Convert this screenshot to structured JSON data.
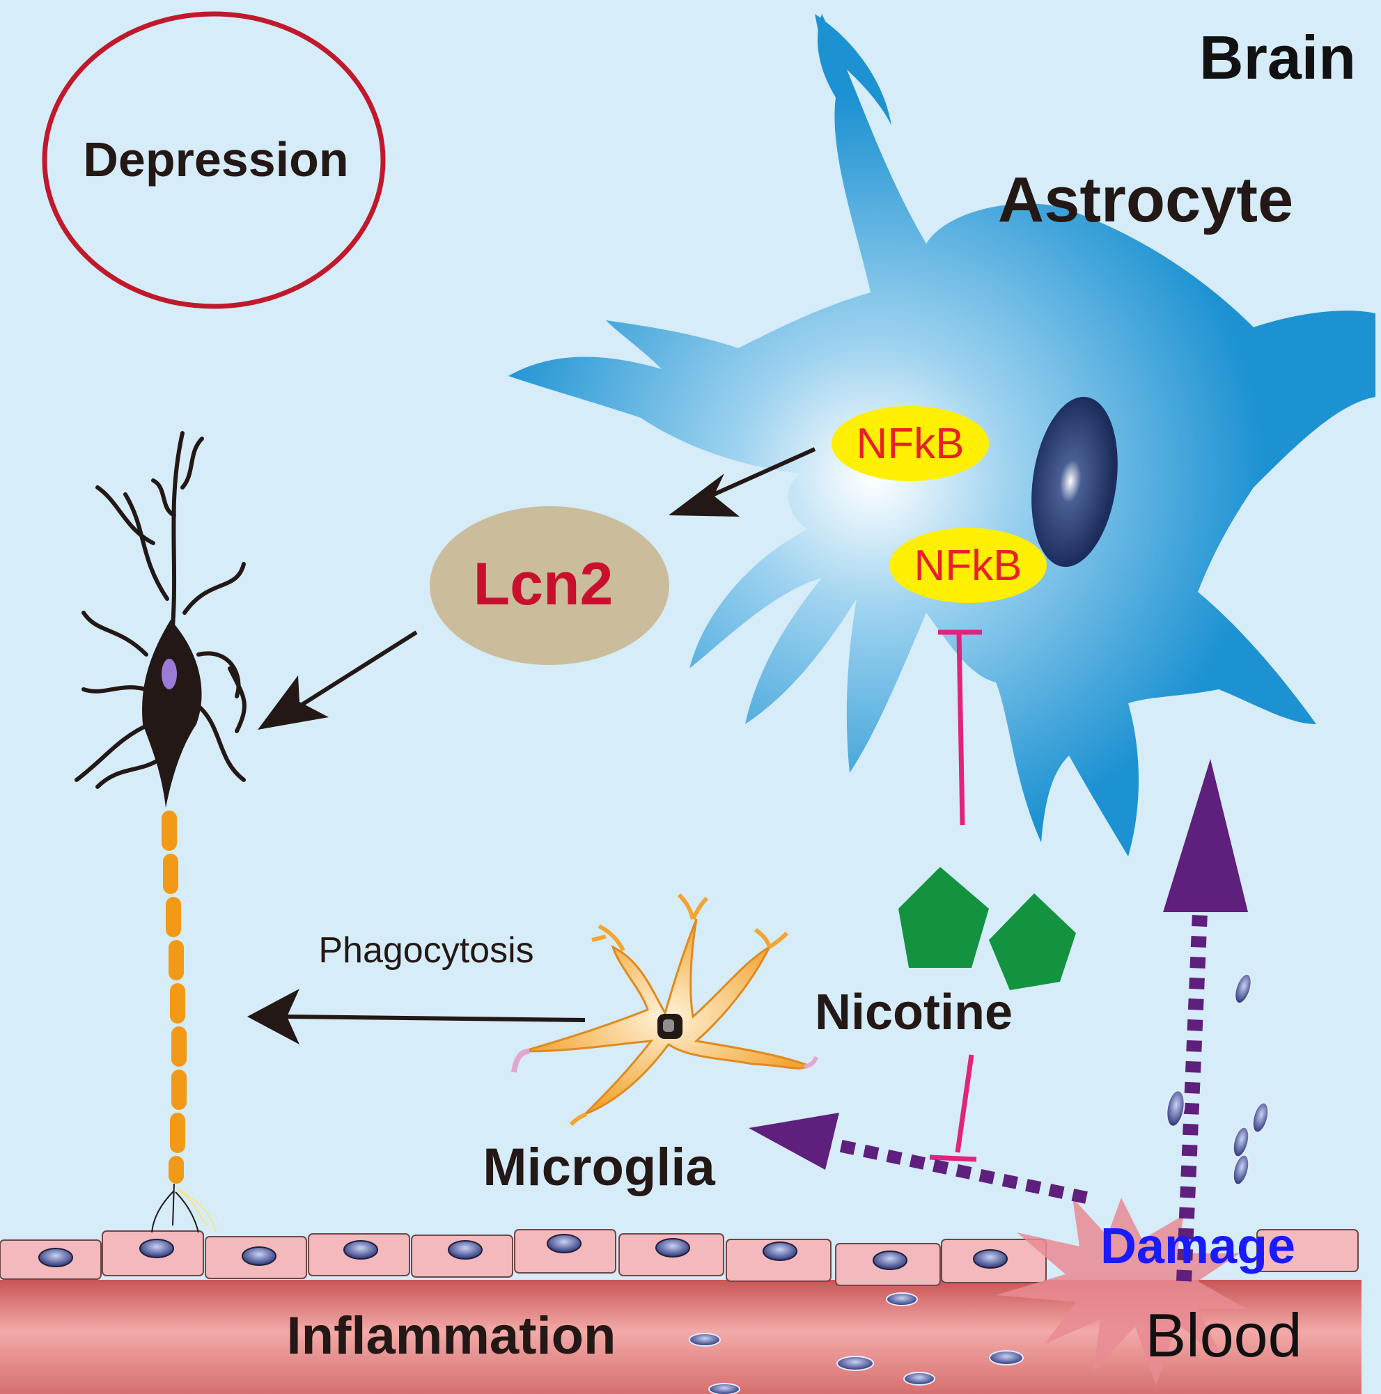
{
  "labels": {
    "brain": "Brain",
    "depression": "Depression",
    "astrocyte": "Astrocyte",
    "nfkb_top": "NFkB",
    "nfkb_bottom": "NFkB",
    "lcn2": "Lcn2",
    "phagocytosis": "Phagocytosis",
    "nicotine": "Nicotine",
    "microglia": "Microglia",
    "damage": "Damage",
    "inflammation": "Inflammation",
    "blood": "Blood"
  },
  "colors": {
    "background": "#d6ecf8",
    "astrocyte": "#1d92d2",
    "nucleus": "#1c2d5c",
    "nfkb_fill": "#ffef00",
    "nfkb_text": "#e8202a",
    "lcn2_fill": "#cbbd9c",
    "lcn2_text": "#c8102e",
    "depression_ring": "#c0192b",
    "inhibition": "#e0247c",
    "nicotine": "#13923f",
    "microglia": "#f3a533",
    "axon": "#f29a17",
    "damage_arrow": "#5f1f7d",
    "endothelium": "#f3b9bd",
    "blood": "#d86f6f",
    "damage_text": "#1a1aff"
  }
}
